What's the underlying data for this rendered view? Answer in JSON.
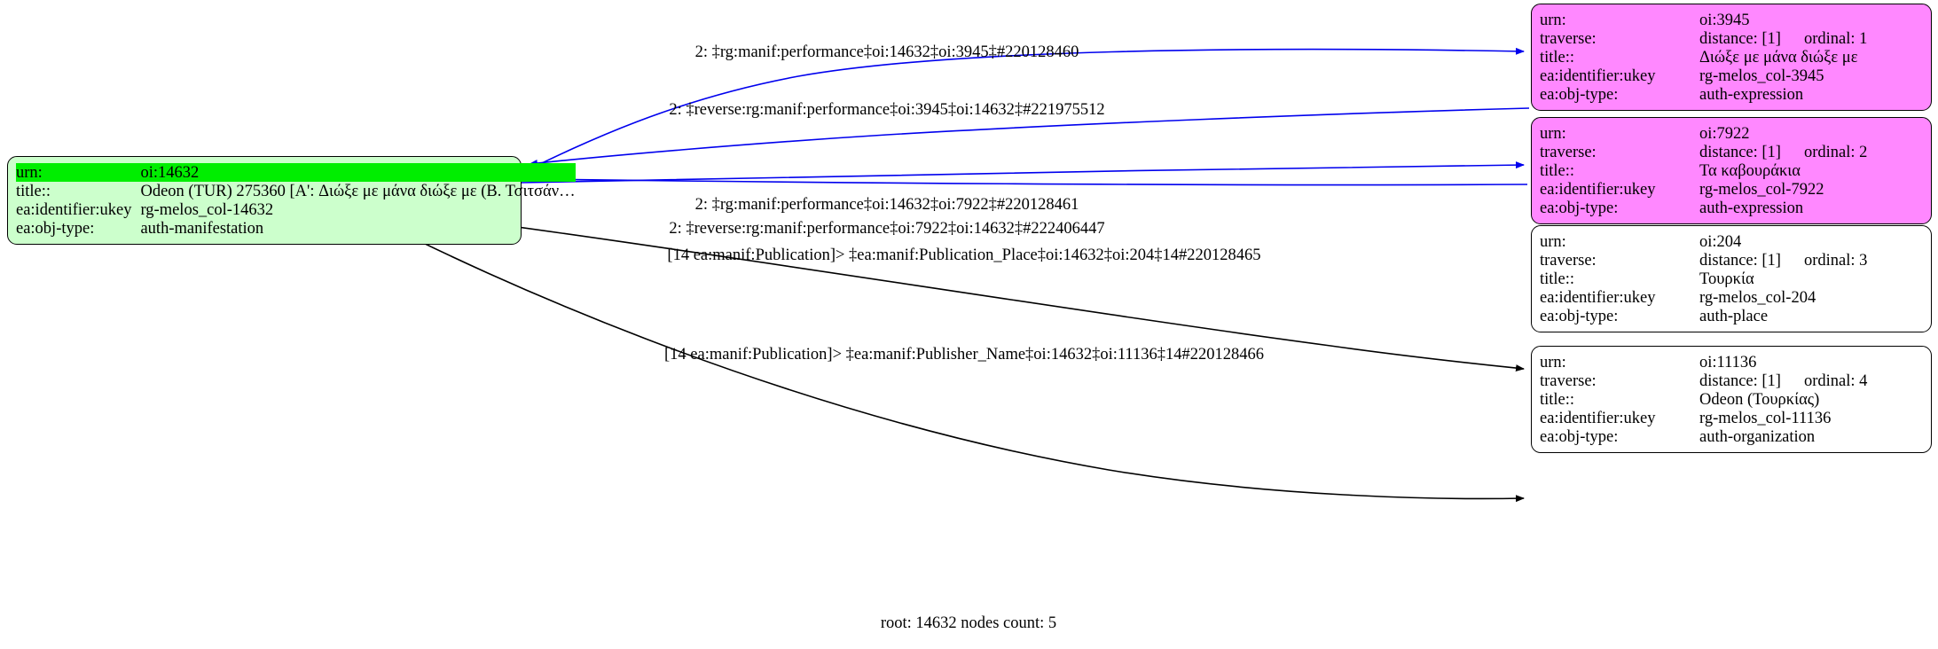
{
  "graph": {
    "footer": "root: 14632 nodes count: 5",
    "root_node": {
      "id": "oi:14632",
      "fill": "#ccffcc",
      "highlight_fill": "#00ee00",
      "rows": [
        {
          "key": "urn:",
          "value": "oi:14632",
          "highlight": true
        },
        {
          "key": "title::",
          "value": "Odeon (TUR) 275360 [A': Διώξε με μάνα διώξε με (Β. Τσιτσάν…",
          "highlight": false
        },
        {
          "key": "ea:identifier:ukey",
          "value": "rg-melos_col-14632",
          "highlight": false
        },
        {
          "key": "ea:obj-type:",
          "value": "auth-manifestation",
          "highlight": false
        }
      ]
    },
    "target_nodes": [
      {
        "id": "oi:3945",
        "fill": "#ff88ff",
        "rows": [
          {
            "key": "urn:",
            "value": "oi:3945"
          },
          {
            "key": "traverse:",
            "value": "distance: [1]",
            "value2": "ordinal: 1"
          },
          {
            "key": "title::",
            "value": "Διώξε με μάνα διώξε με"
          },
          {
            "key": "ea:identifier:ukey",
            "value": "rg-melos_col-3945"
          },
          {
            "key": "ea:obj-type:",
            "value": "auth-expression"
          }
        ]
      },
      {
        "id": "oi:7922",
        "fill": "#ff88ff",
        "rows": [
          {
            "key": "urn:",
            "value": "oi:7922"
          },
          {
            "key": "traverse:",
            "value": "distance: [1]",
            "value2": "ordinal: 2"
          },
          {
            "key": "title::",
            "value": "Τα καβουράκια"
          },
          {
            "key": "ea:identifier:ukey",
            "value": "rg-melos_col-7922"
          },
          {
            "key": "ea:obj-type:",
            "value": "auth-expression"
          }
        ]
      },
      {
        "id": "oi:204",
        "fill": "#ffffff",
        "rows": [
          {
            "key": "urn:",
            "value": "oi:204"
          },
          {
            "key": "traverse:",
            "value": "distance: [1]",
            "value2": "ordinal: 3"
          },
          {
            "key": "title::",
            "value": "Τουρκία"
          },
          {
            "key": "ea:identifier:ukey",
            "value": "rg-melos_col-204"
          },
          {
            "key": "ea:obj-type:",
            "value": "auth-place"
          }
        ]
      },
      {
        "id": "oi:11136",
        "fill": "#ffffff",
        "rows": [
          {
            "key": "urn:",
            "value": "oi:11136"
          },
          {
            "key": "traverse:",
            "value": "distance: [1]",
            "value2": "ordinal: 4"
          },
          {
            "key": "title::",
            "value": "Odeon (Τουρκίας)"
          },
          {
            "key": "ea:identifier:ukey",
            "value": "rg-melos_col-11136"
          },
          {
            "key": "ea:obj-type:",
            "value": "auth-organization"
          }
        ]
      }
    ],
    "edges": [
      {
        "label": "2: ‡rg:manif:performance‡oi:14632‡oi:3945‡#220128460",
        "color": "#0000ee"
      },
      {
        "label": "2: ‡reverse:rg:manif:performance‡oi:3945‡oi:14632‡#221975512",
        "color": "#0000ee"
      },
      {
        "label": "2: ‡rg:manif:performance‡oi:14632‡oi:7922‡#220128461",
        "color": "#0000ee"
      },
      {
        "label": "2: ‡reverse:rg:manif:performance‡oi:7922‡oi:14632‡#222406447",
        "color": "#0000ee"
      },
      {
        "label": "[14 ea:manif:Publication]> ‡ea:manif:Publication_Place‡oi:14632‡oi:204‡14#220128465",
        "color": "#000000"
      },
      {
        "label": "[14 ea:manif:Publication]> ‡ea:manif:Publisher_Name‡oi:14632‡oi:11136‡14#220128466",
        "color": "#000000"
      }
    ]
  }
}
